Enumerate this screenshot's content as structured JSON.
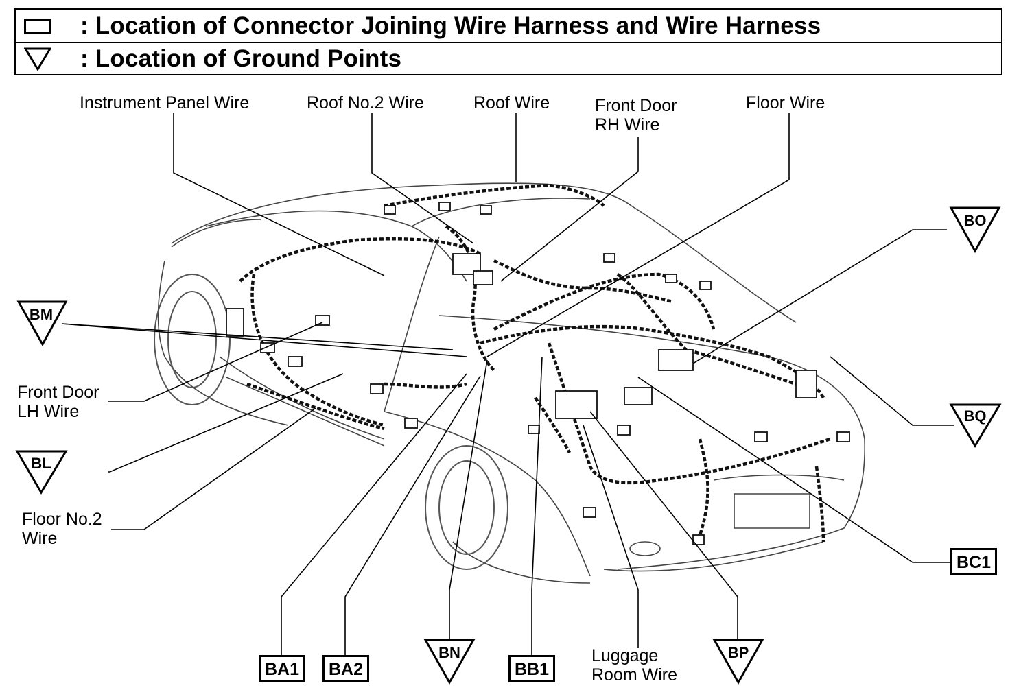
{
  "legend": {
    "connector_text": ": Location of Connector Joining Wire Harness and Wire Harness",
    "connector_icon": "rectangle-icon",
    "ground_text": ": Location of Ground Points",
    "ground_icon": "triangle-down-icon"
  },
  "wire_labels": {
    "instrument_panel": "Instrument Panel Wire",
    "roof_no2": "Roof No.2 Wire",
    "roof": "Roof Wire",
    "front_door_rh_1": "Front Door",
    "front_door_rh_2": "RH Wire",
    "floor": "Floor Wire",
    "front_door_lh_1": "Front Door",
    "front_door_lh_2": "LH Wire",
    "floor_no2_1": "Floor No.2",
    "floor_no2_2": "Wire",
    "luggage_room_1": "Luggage",
    "luggage_room_2": "Room Wire"
  },
  "ground_points": {
    "bm": "BM",
    "bl": "BL",
    "bo": "BO",
    "bq": "BQ",
    "bn": "BN",
    "bp": "BP"
  },
  "connectors": {
    "ba1": "BA1",
    "ba2": "BA2",
    "bb1": "BB1",
    "bc1": "BC1"
  }
}
